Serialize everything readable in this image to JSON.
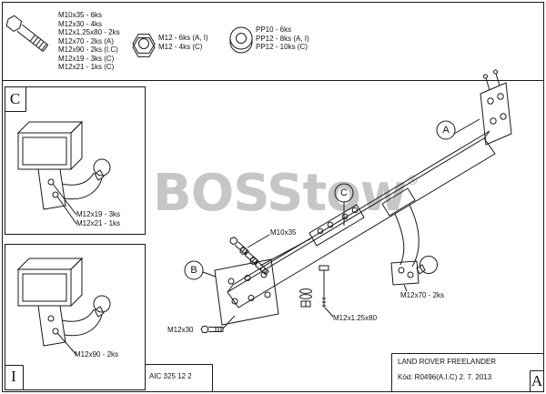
{
  "page": {
    "watermark": "BOSStow",
    "watermark_reg": "®"
  },
  "parts_header": {
    "bolts": {
      "icon": "bolt-icon",
      "lines": [
        "M10x35 - 6ks",
        "M12x30 - 4ks",
        "M12x1.25x80 - 2ks",
        "M12x70 - 2ks (A)",
        "M12x90 - 2ks (I.C)",
        "M12x19 - 3ks (C)",
        "M12x21 - 1ks (C)"
      ]
    },
    "nuts": {
      "icon": "nut-icon",
      "lines": [
        "M12 - 6ks (A, I)",
        "M12 - 4ks (C)"
      ]
    },
    "washers": {
      "icon": "washer-icon",
      "lines": [
        "PP10 - 6ks",
        "PP12 - 8ks (A, I)",
        "PP12 - 10ks (C)"
      ]
    }
  },
  "detail_c": {
    "label": "C",
    "annotations": [
      "M12x19 - 3ks",
      "M12x21 - 1ks"
    ]
  },
  "detail_i": {
    "label": "I",
    "annotations": [
      "M12x90 - 2ks"
    ]
  },
  "main_drawing": {
    "callouts": [
      "A",
      "B",
      "C"
    ],
    "labels": {
      "m10x35": "M10x35",
      "m12x30": "M12x30",
      "m12x1_25x80": "M12x1.25x80",
      "m12x70": "M12x70 - 2ks"
    }
  },
  "title_block": {
    "vehicle": "LAND ROVER FREELANDER",
    "code": "Kód: R0496(A.I.C)  2. 7. 2013",
    "drawing_no": "AIC 325 12 2",
    "sheet": "A"
  }
}
